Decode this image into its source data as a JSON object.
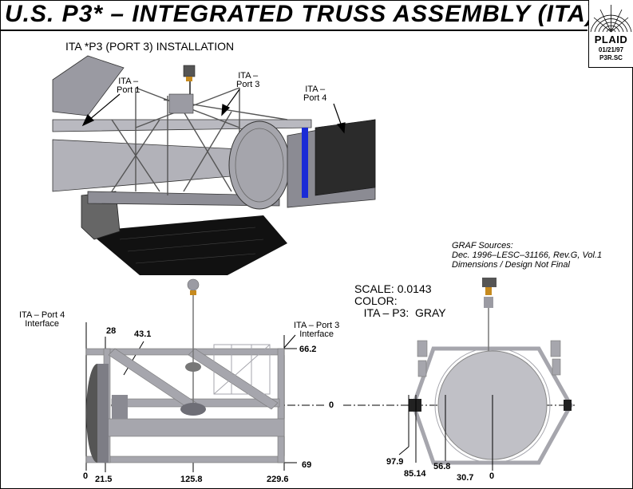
{
  "title": "U.S. P3* – INTEGRATED TRUSS ASSEMBLY (ITA)",
  "subtitle": "ITA *P3 (PORT 3) INSTALLATION",
  "logo": {
    "word": "PLAID",
    "date": "01/21/97",
    "code": "P3R.SC"
  },
  "top_callouts": {
    "port1": [
      "ITA –",
      "Port 1"
    ],
    "port3": [
      "ITA –",
      "Port 3"
    ],
    "port4": [
      "ITA –",
      "Port 4"
    ]
  },
  "graf_sources": [
    "GRAF Sources:",
    "Dec. 1996–LESC–31166, Rev.G, Vol.1",
    "Dimensions / Design Not Final"
  ],
  "scale_block": [
    "SCALE: 0.0143",
    "COLOR:",
    "   ITA – P3:  GRAY"
  ],
  "side_callouts": {
    "port4": [
      "ITA – Port 4",
      "Interface"
    ],
    "port3": [
      "ITA – Port 3",
      "Interface"
    ]
  },
  "side_dims": {
    "d28": "28",
    "d43": "43.1",
    "d66": "66.2",
    "d0r": "0",
    "d69": "69",
    "d0b": "0",
    "d21": "21.5",
    "d125": "125.8",
    "d229": "229.6"
  },
  "end_dims": {
    "d97": "97.9",
    "d85": "85.14",
    "d56": "56.8",
    "d30": "30.7",
    "d0": "0"
  },
  "colors": {
    "structure": "#a6a6ad",
    "dark": "#3a3a3a",
    "blue": "#1a2bd6",
    "gold": "#c68a1e"
  }
}
